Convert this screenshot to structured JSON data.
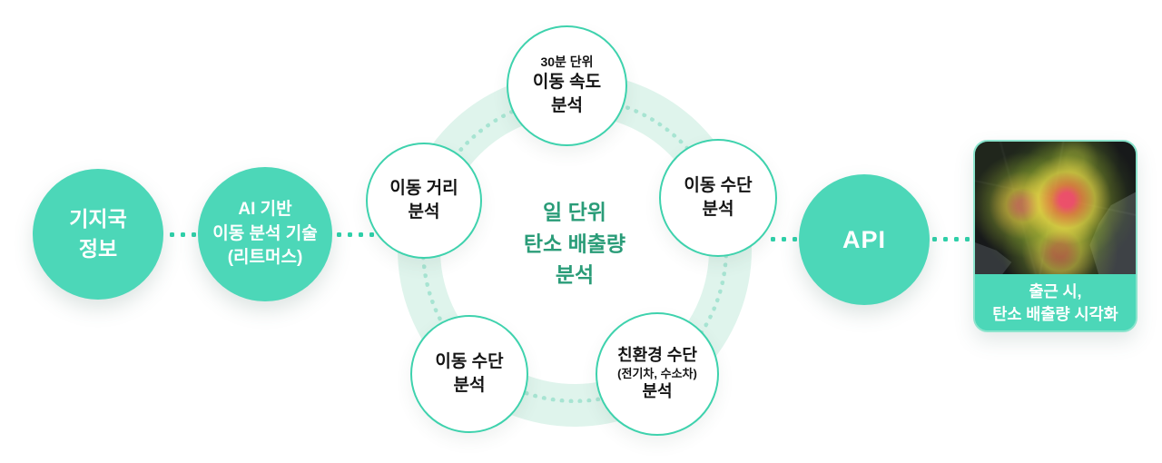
{
  "diagram": {
    "nodes": {
      "base_station": {
        "line1": "기지국",
        "line2": "정보"
      },
      "ai": {
        "line1": "AI 기반",
        "line2": "이동 분석 기술",
        "line3": "(리트머스)"
      },
      "api": {
        "label": "API"
      }
    },
    "cycle": {
      "center": {
        "line1": "일 단위",
        "line2": "탄소 배출량",
        "line3": "분석"
      },
      "satellites": [
        {
          "sub": "30분 단위",
          "line1": "이동 속도",
          "line2": "분석"
        },
        {
          "line1": "이동 거리",
          "line2": "분석"
        },
        {
          "line1": "이동 수단",
          "line2": "분석"
        },
        {
          "line1": "이동 수단",
          "line2": "분석"
        },
        {
          "line1": "친환경 수단",
          "sub": "(전기차, 수소차)",
          "line2": "분석"
        }
      ]
    },
    "result_card": {
      "caption_line1": "출근 시,",
      "caption_line2": "탄소 배출량 시각화"
    }
  },
  "colors": {
    "teal": "#4CD7B8",
    "teal_border": "#3ED2AD",
    "ring_band": "#DFF4EC",
    "ring_dots": "#A7E4D2",
    "connector_dot": "#2FD0A9",
    "center_text": "#2A9C78",
    "map_background": "#17191A",
    "heat_core": "#F4506E",
    "heat_mid": "#E8DC46"
  }
}
